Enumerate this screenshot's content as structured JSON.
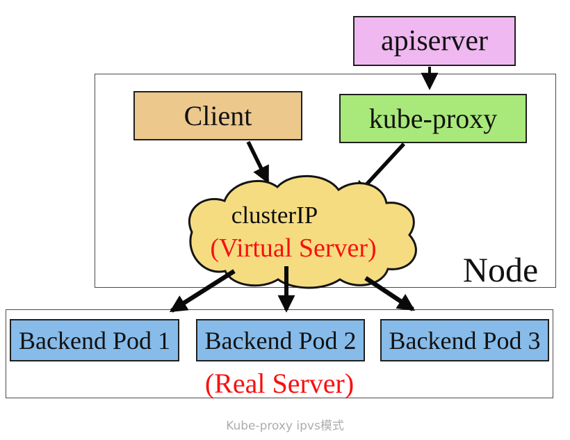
{
  "diagram": {
    "apiserver": {
      "label": "apiserver"
    },
    "node": {
      "label": "Node",
      "client": {
        "label": "Client"
      },
      "kube_proxy": {
        "label": "kube-proxy"
      },
      "cluster_ip": {
        "title": "clusterIP",
        "subtitle": "(Virtual Server)"
      }
    },
    "backend": {
      "label": "(Real Server)",
      "pods": [
        {
          "label": "Backend Pod 1"
        },
        {
          "label": "Backend Pod 2"
        },
        {
          "label": "Backend Pod 3"
        }
      ]
    },
    "edges": [
      {
        "from": "apiserver",
        "to": "kube-proxy"
      },
      {
        "from": "Client",
        "to": "clusterIP"
      },
      {
        "from": "kube-proxy",
        "to": "clusterIP"
      },
      {
        "from": "clusterIP",
        "to": "Backend Pod 1"
      },
      {
        "from": "clusterIP",
        "to": "Backend Pod 2"
      },
      {
        "from": "clusterIP",
        "to": "Backend Pod 3"
      }
    ],
    "caption": "Kube-proxy ipvs模式"
  },
  "colors": {
    "apiserver_fill": "#EFB8F0",
    "client_fill": "#ECC88D",
    "kube_proxy_fill": "#A9E87A",
    "cloud_fill": "#F5DC80",
    "pod_fill": "#87BBE9",
    "red_text": "#F81010",
    "caption_gray": "#ACACAC",
    "box_border": "#1F1F1F",
    "container_border": "#4A4A4A"
  }
}
